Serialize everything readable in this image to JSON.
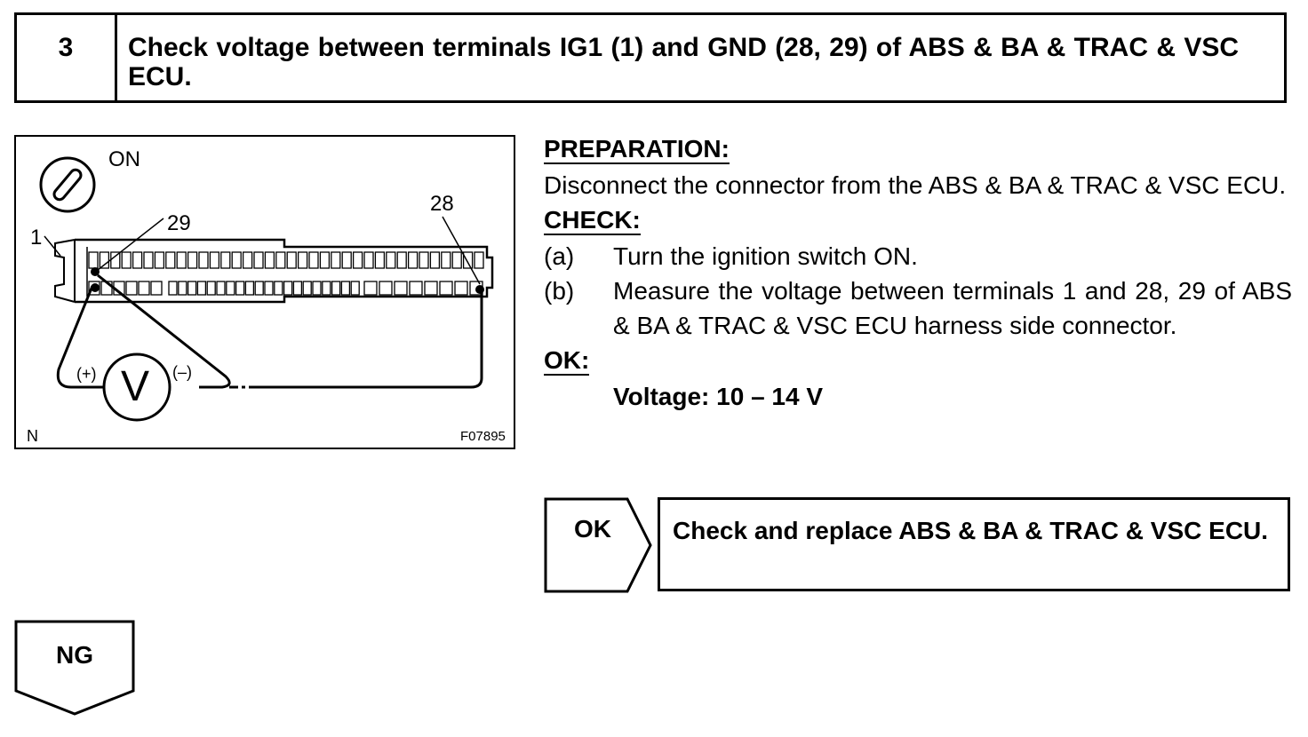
{
  "step": {
    "number": "3",
    "title": "Check voltage between terminals IG1 (1) and GND (28, 29) of ABS & BA & TRAC & VSC ECU."
  },
  "diagram": {
    "ignition_label": "ON",
    "terminal_1": "1",
    "terminal_29": "29",
    "terminal_28": "28",
    "plus_label": "(+)",
    "minus_label": "(–)",
    "meter_label": "V",
    "corner_mark": "N",
    "figure_id": "F07895",
    "icons": [
      "ignition-key-icon",
      "voltmeter-icon",
      "connector-icon"
    ]
  },
  "instructions": {
    "preparation_heading": "PREPARATION:",
    "preparation_text": "Disconnect the connector from the ABS & BA & TRAC & VSC ECU.",
    "check_heading": "CHECK:",
    "steps": [
      {
        "label": "(a)",
        "text": "Turn the ignition switch ON."
      },
      {
        "label": "(b)",
        "text": "Measure the voltage between terminals 1 and 28, 29 of ABS & BA & TRAC & VSC ECU harness side connector."
      }
    ],
    "ok_heading": "OK:",
    "ok_value": "Voltage: 10 – 14 V"
  },
  "results": {
    "ok_label": "OK",
    "ok_action": "Check and replace ABS & BA & TRAC & VSC ECU.",
    "ng_label": "NG"
  }
}
